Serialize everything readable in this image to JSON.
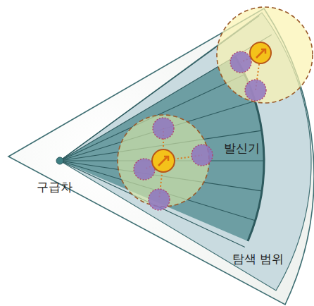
{
  "diagram": {
    "labels": [
      "구급차",
      "발신기",
      "탐색 범위"
    ]
  }
}
